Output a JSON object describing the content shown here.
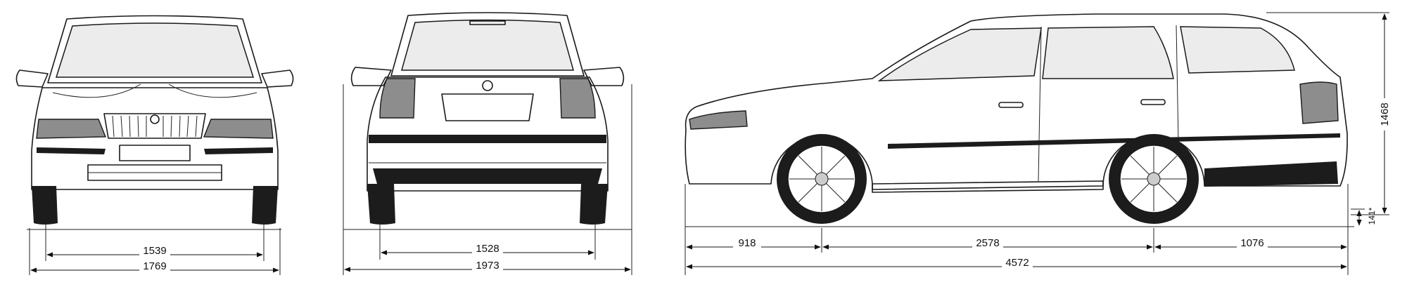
{
  "views": {
    "front": {
      "track_label": "1539",
      "width_label": "1769"
    },
    "rear": {
      "track_label": "1528",
      "width_label": "1973"
    },
    "side": {
      "front_overhang_label": "918",
      "wheelbase_label": "2578",
      "rear_overhang_label": "1076",
      "length_label": "4572",
      "height_label": "1468",
      "ground_clearance_label": "141*"
    }
  }
}
